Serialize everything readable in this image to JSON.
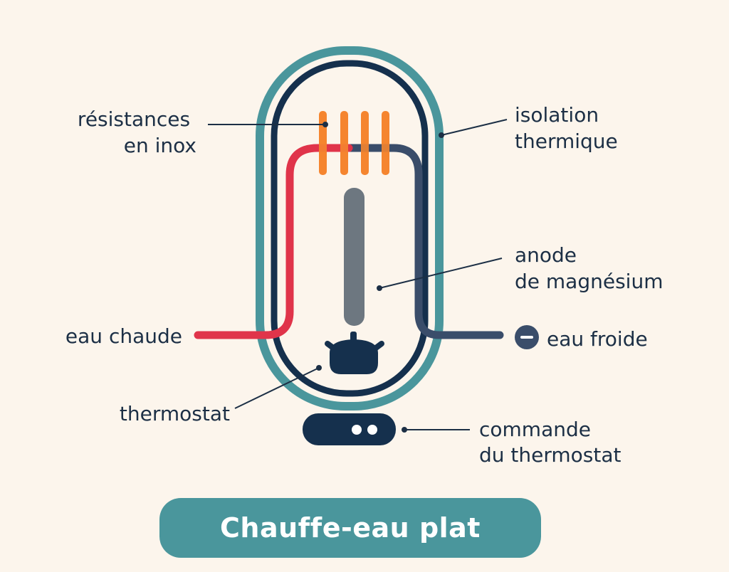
{
  "labels": {
    "resistances": [
      "résistances",
      "en inox"
    ],
    "isolation": [
      "isolation",
      "thermique"
    ],
    "anode": [
      "anode",
      "de magnésium"
    ],
    "eau_chaude": "eau chaude",
    "eau_froide": "eau froide",
    "thermostat": "thermostat",
    "commande": [
      "commande",
      "du thermostat"
    ]
  },
  "title": "Chauffe-eau plat",
  "colors": {
    "background": "#fcf5ec",
    "insulation": "#4a969c",
    "tank": "#15304d",
    "hot_pipe": "#e0344a",
    "cold_pipe": "#3a4d6a",
    "heating_elements": "#f5852f",
    "anode": "#6d7780",
    "text": "#1c2f45",
    "title_bg": "#4a969c"
  }
}
